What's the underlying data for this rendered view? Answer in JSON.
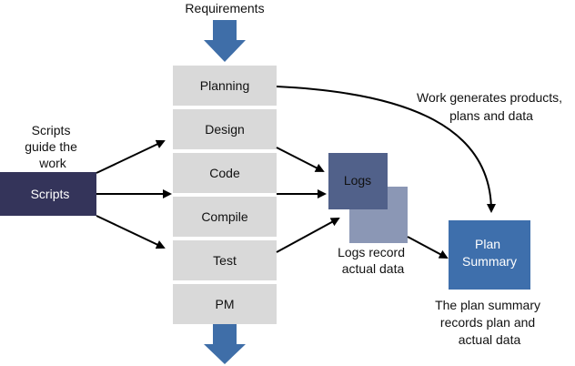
{
  "requirements_label": "Requirements",
  "process_steps": [
    {
      "id": "planning",
      "label": "Planning"
    },
    {
      "id": "design",
      "label": "Design"
    },
    {
      "id": "code",
      "label": "Code"
    },
    {
      "id": "compile",
      "label": "Compile"
    },
    {
      "id": "test",
      "label": "Test"
    },
    {
      "id": "pm",
      "label": "PM"
    }
  ],
  "scripts": {
    "label": "Scripts",
    "caption_lines": [
      "Scripts",
      "guide the",
      "work"
    ]
  },
  "logs": {
    "label": "Logs",
    "caption_lines": [
      "Logs record",
      "actual data"
    ]
  },
  "plan_summary": {
    "label_lines": [
      "Plan",
      "Summary"
    ],
    "caption_lines": [
      "The plan summary",
      "records plan and",
      "actual data"
    ]
  },
  "work_caption_lines": [
    "Work generates  products,",
    "plans and data"
  ],
  "colors": {
    "step_fill": "#d9d9d9",
    "scripts_fill": "#34345a",
    "logs_front": "#51618a",
    "logs_back": "#8b97b5",
    "plan_summary_fill": "#3e6fac",
    "block_arrow": "#3f6ea8",
    "connector": "#000000"
  }
}
